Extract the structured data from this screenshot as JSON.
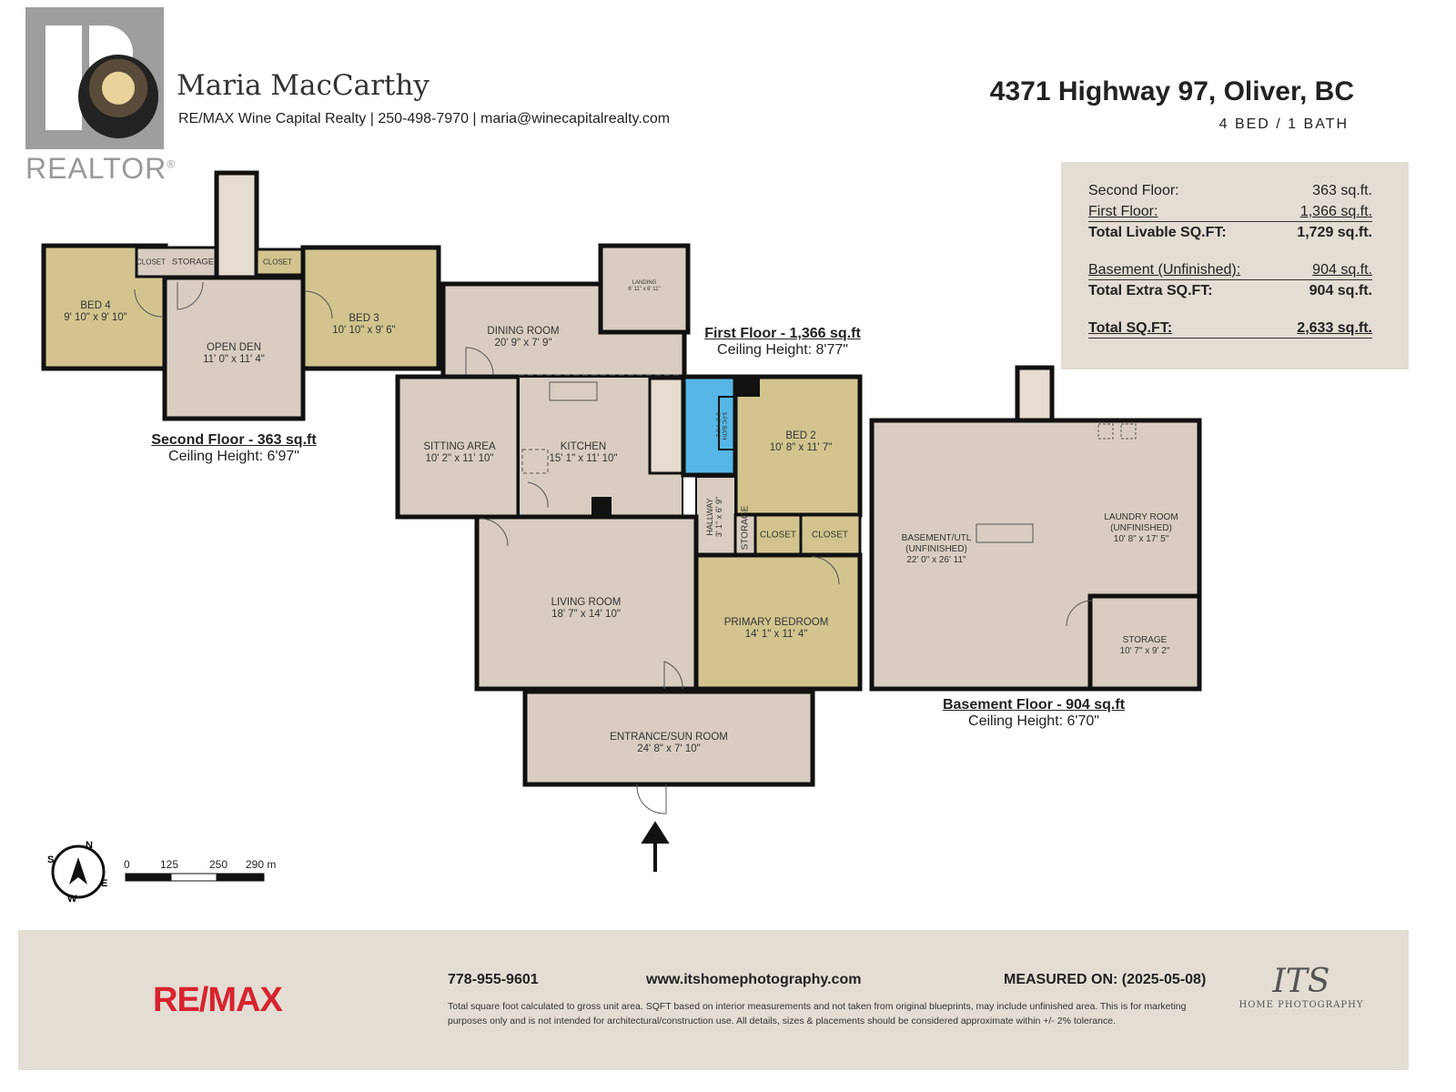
{
  "agent": {
    "name": "Maria MacCarthy",
    "contact": "RE/MAX Wine Capital Realty | 250-498-7970 | maria@winecapitalrealty.com",
    "realtor_logo": "REALTOR®"
  },
  "property": {
    "address": "4371 Highway 97, Oliver, BC",
    "beds_baths": "4 BED / 1 BATH"
  },
  "summary": [
    {
      "label": "Second Floor:",
      "value": "363 sq.ft."
    },
    {
      "label": "First Floor:",
      "value": "1,366 sq.ft."
    },
    {
      "label": "Total Livable SQ.FT:",
      "value": "1,729 sq.ft."
    },
    {
      "label": "Basement (Unfinished):",
      "value": "904 sq.ft."
    },
    {
      "label": "Total Extra SQ.FT:",
      "value": "904 sq.ft."
    },
    {
      "label": "Total SQ.FT:",
      "value": "2,633 sq.ft."
    }
  ],
  "floors": {
    "second": {
      "title": "Second Floor - 363 sq.ft",
      "ceiling": "Ceiling Height: 6'97\""
    },
    "first": {
      "title": "First Floor - 1,366 sq.ft",
      "ceiling": "Ceiling Height: 8'77\""
    },
    "basement": {
      "title": "Basement Floor - 904 sq.ft",
      "ceiling": "Ceiling Height: 6'70\""
    }
  },
  "rooms": [
    {
      "name": "BED 4",
      "dims": "9' 10\" x 9' 10\""
    },
    {
      "name": "OPEN DEN",
      "dims": "11' 0\" x 11' 4\""
    },
    {
      "name": "BED 3",
      "dims": "10' 10\" x 9' 6\""
    },
    {
      "name": "STORAGE",
      "dims": ""
    },
    {
      "name": "CLOSET",
      "dims": ""
    },
    {
      "name": "CLOSET",
      "dims": ""
    },
    {
      "name": "DINING ROOM",
      "dims": "20' 9\" x 7' 9\""
    },
    {
      "name": "LANDING",
      "dims": "6' 11\" x 6' 11\""
    },
    {
      "name": "SITTING AREA",
      "dims": "10' 2\" x 11' 10\""
    },
    {
      "name": "KITCHEN",
      "dims": "15' 1\" x 11' 10\""
    },
    {
      "name": "3-PC BATH",
      "dims": "6' 6\" x 6' 2\""
    },
    {
      "name": "BED 2",
      "dims": "10' 8\" x 11' 7\""
    },
    {
      "name": "HALLWAY",
      "dims": "3' 1\" x 6' 9\""
    },
    {
      "name": "STORAGE",
      "dims": ""
    },
    {
      "name": "CLOSET",
      "dims": ""
    },
    {
      "name": "CLOSET",
      "dims": ""
    },
    {
      "name": "LIVING ROOM",
      "dims": "18' 7\" x 14' 10\""
    },
    {
      "name": "PRIMARY BEDROOM",
      "dims": "14' 1\" x 11' 4\""
    },
    {
      "name": "ENTRANCE/SUN ROOM",
      "dims": "24' 8\" x 7' 10\""
    },
    {
      "name": "BASEMENT/UTL",
      "sub": "(UNFINISHED)",
      "dims": "22' 0\" x 26' 11\""
    },
    {
      "name": "LAUNDRY ROOM",
      "sub": "(UNFINISHED)",
      "dims": "10' 8\" x 17' 5\""
    },
    {
      "name": "STORAGE",
      "dims": "10' 7\" x 9' 2\""
    }
  ],
  "scale": {
    "ticks": [
      "0",
      "125",
      "250",
      "290 m"
    ]
  },
  "compass": {
    "letters": [
      "N",
      "E",
      "S",
      "W"
    ]
  },
  "footer": {
    "brand": "RE/MAX",
    "phone": "778-955-9601",
    "website": "www.itshomephotography.com",
    "measured": "MEASURED ON: (2025-05-08)",
    "disclaimer": "Total square foot calculated to gross unit area. SQFT based on interior measurements and not taken from original blueprints, may include unfinished area. This is for marketing purposes only and is not intended for architectural/construction use. All details, sizes & placements should be considered approximate within +/- 2% tolerance.",
    "photo_logo": "ITS HOME PHOTOGRAPHY"
  },
  "colors": {
    "room": "#d9cdc1",
    "bedroom": "#d3c48f",
    "bath": "#56b7e6",
    "wall": "#111111",
    "panel": "#e3ddd3",
    "remax_red": "#d7232f",
    "remax_blue": "#1b3c8c"
  }
}
